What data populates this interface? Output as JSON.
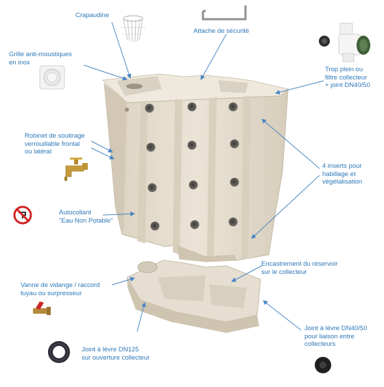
{
  "colors": {
    "label": "#2c77b8",
    "arrow": "#4a86c5",
    "tank": "#e4dccd",
    "tank_shadow": "#cfc5b3",
    "tank_dark": "#b9ae98",
    "hole": "#5c5a57",
    "no_drink_red": "#d32222"
  },
  "labels": {
    "crapaudine": [
      "Crapaudine"
    ],
    "grille": [
      "Grille anti-moustiques",
      "en inox"
    ],
    "attache": [
      "Attache de sécurité"
    ],
    "trop_plein": [
      "Trop plein ou",
      "filtre collecteur",
      "+ joint DN40/50"
    ],
    "robinet": [
      "Robinet de soutirage",
      "verrouillable frontal",
      "ou latéral"
    ],
    "inserts": [
      "4 inserts pour",
      "habillage et",
      "végétalisation"
    ],
    "autocollant": [
      "Autocollant",
      "\"Eau Non Potable\""
    ],
    "encastrement": [
      "Encastrement du réservoir",
      "sur le collecteur"
    ],
    "vanne": [
      "Vanne de vidange / raccord",
      "tuyau ou surpresseur"
    ],
    "joint_levre": [
      "Joint à lèvre DN40/50",
      "pour liaison entre",
      "collecteurs"
    ],
    "joint_dn125": [
      "Joint à lèvre DN125",
      "sur ouverture collecteur"
    ]
  },
  "icons": {
    "crapaudine": "strainer-icon",
    "grille": "mesh-filter-icon",
    "attache": "bracket-icon",
    "trop_plein": "overflow-filter-icon",
    "robinet": "tap-icon",
    "autocollant": "no-drinking-water-icon",
    "vanne": "drain-valve-icon",
    "joint_levre": "rubber-seal-icon",
    "joint_dn125": "large-seal-icon"
  }
}
